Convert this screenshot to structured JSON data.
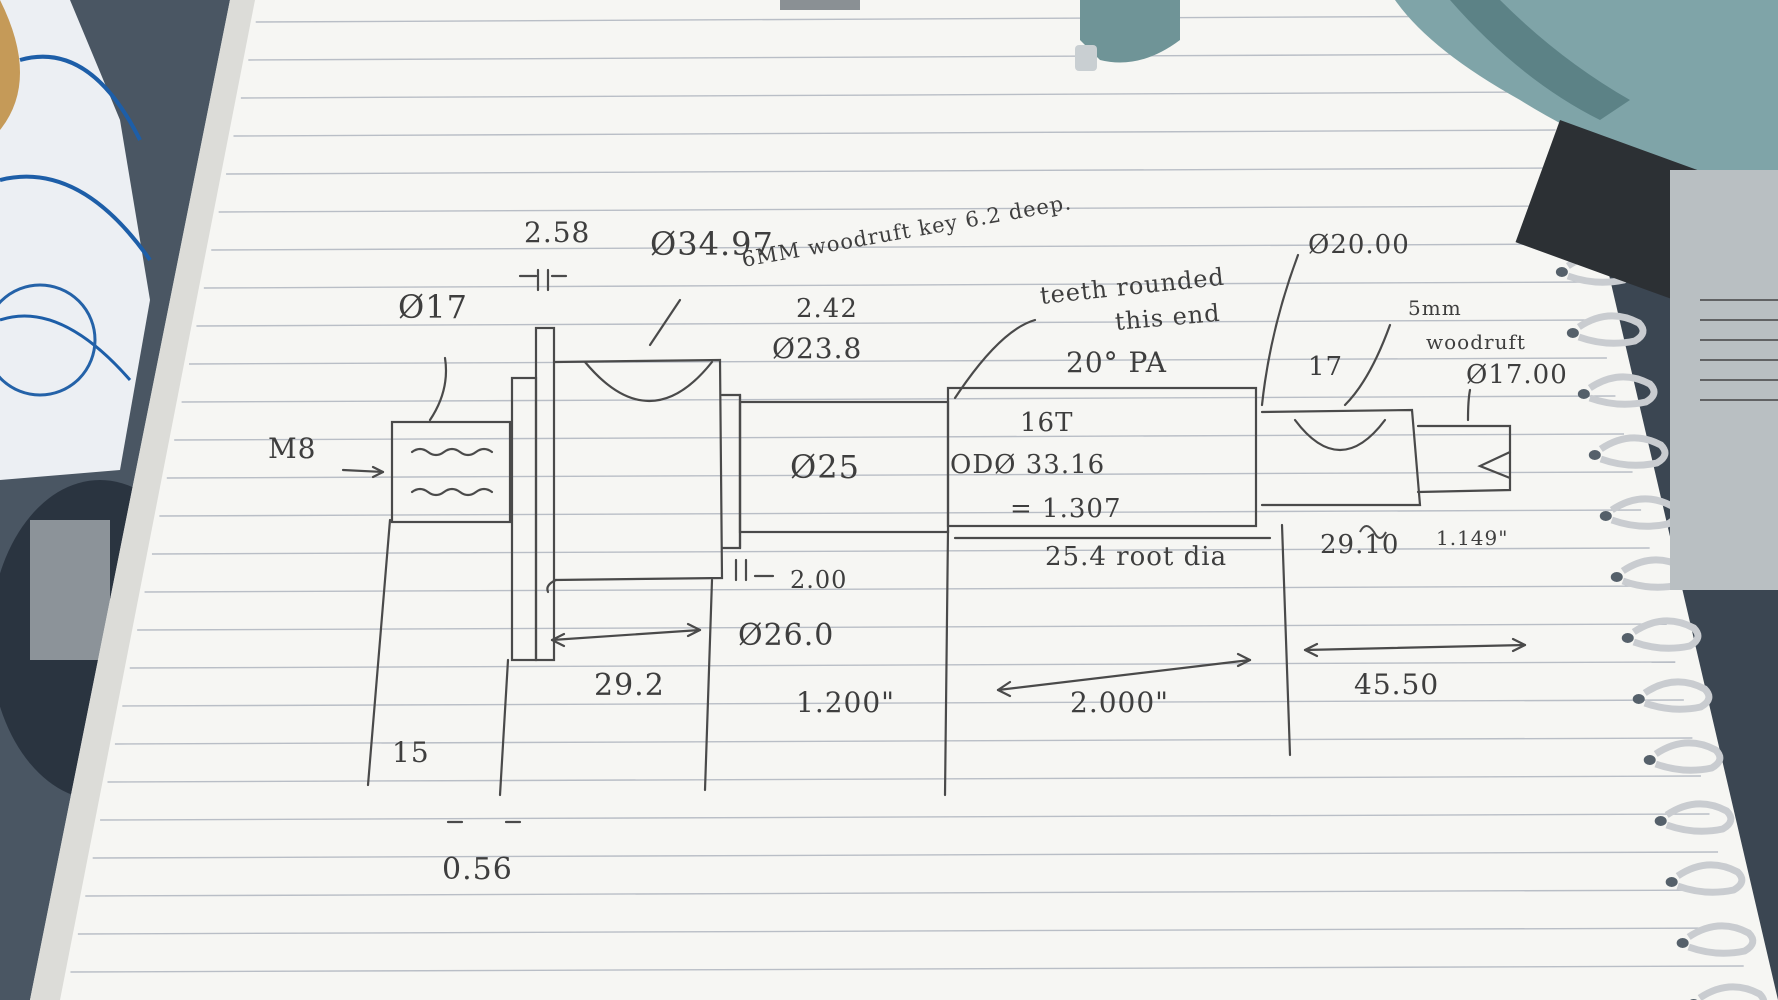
{
  "sketch": {
    "thread_label": "M8",
    "dia_17": "Ø17",
    "w_2_58": "2.58",
    "dia_34_97": "Ø34.97",
    "key_note": "6MM woodruft key 6.2 deep.",
    "w_2_42": "2.42",
    "dia_23_8": "Ø23.8",
    "dia_25": "Ø25",
    "w_2_00": "2.00",
    "dia_26_0": "Ø26.0",
    "len_29_2": "29.2",
    "len_1_200": "1.200\"",
    "len_15": "15",
    "w_0_56": "0.56",
    "gear_note_1": "teeth rounded",
    "gear_note_2": "this end",
    "pressure_angle": "20° PA",
    "teeth": "16T",
    "od": "ODØ 33.16",
    "od_in": "= 1.307",
    "root": "25.4 root dia",
    "len_2_000": "2.000\"",
    "dia_20_00": "Ø20.00",
    "mark_17": "17",
    "woodruff_5_1": "5mm",
    "woodruff_5_2": "woodruft",
    "dia_17_00": "Ø17.00",
    "len_29_10": "29.10",
    "len_29_10_in": "1.149\"",
    "len_45_50": "45.50"
  }
}
